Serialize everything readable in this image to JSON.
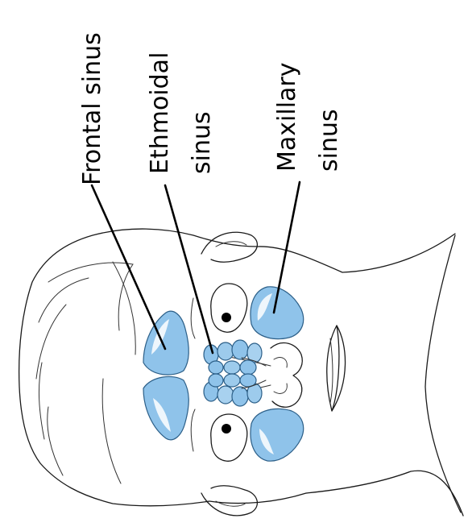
{
  "diagram": {
    "labels": {
      "frontal": "Frontal sinus",
      "ethmoidal_line1": "Ethmoidal",
      "ethmoidal_line2": "sinus",
      "maxillary_line1": "Maxillary",
      "maxillary_line2": "sinus"
    },
    "colors": {
      "sinus_fill": "#8fc3ea",
      "sinus_light": "#d2e9fa",
      "sinus_stroke": "#2c5f88",
      "line": "#000000"
    }
  }
}
